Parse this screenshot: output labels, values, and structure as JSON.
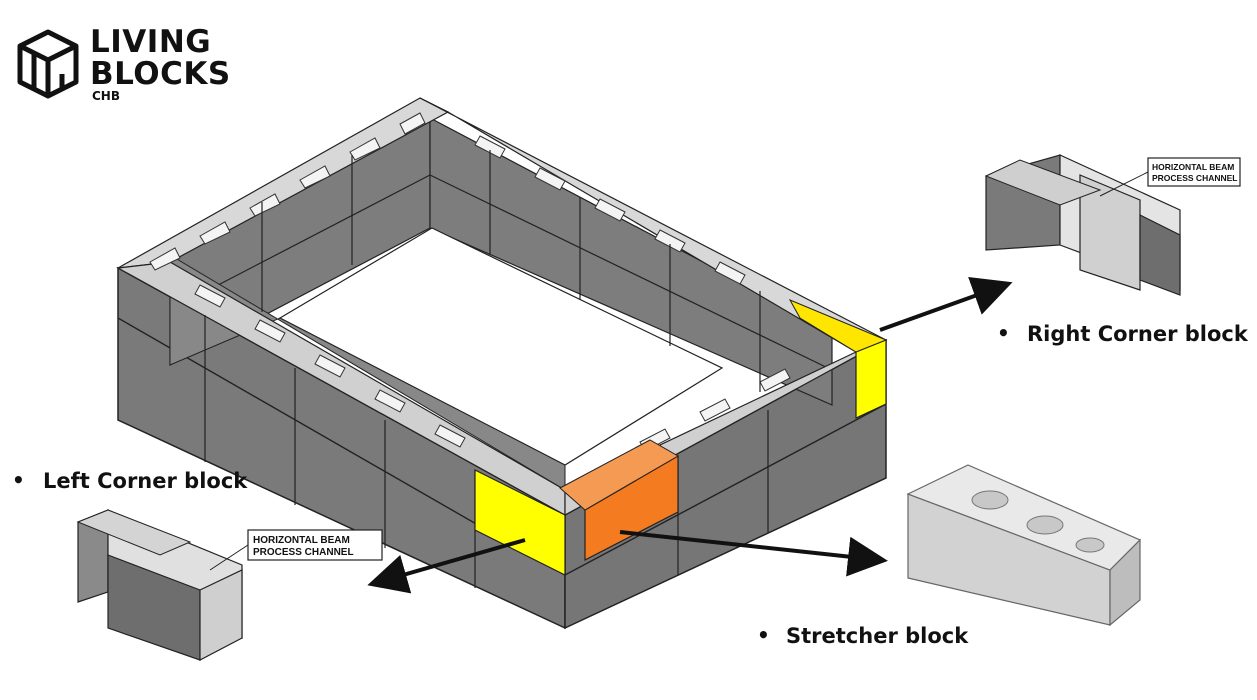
{
  "logo": {
    "line1": "LIVING",
    "line2": "BLOCKS",
    "line3": "CHB",
    "icon": "cube-logo-icon"
  },
  "labels": {
    "right_corner": "Right Corner block",
    "left_corner": "Left Corner block",
    "stretcher": "Stretcher block",
    "bullet": "•"
  },
  "callouts": {
    "right_line1": "HORIZONTAL BEAM",
    "right_line2": "PROCESS CHANNEL",
    "left_line1": "HORIZONTAL BEAM",
    "left_line2": "PROCESS CHANNEL"
  },
  "colors": {
    "block_gray": "#7b7b7b",
    "block_dark": "#6a6a6a",
    "highlight_yellow": "#ffff00",
    "highlight_orange": "#f47b20",
    "arrow": "#111111"
  }
}
